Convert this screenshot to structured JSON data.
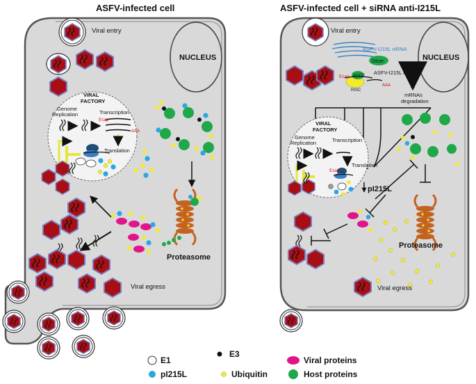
{
  "panels": {
    "left": {
      "title": "ASFV-infected cell",
      "nucleus": "NUCLEUS",
      "viral_entry": "Viral entry",
      "viral_egress": "Viral egress",
      "factory_line1": "VIRAL",
      "factory_line2": "FACTORY",
      "genome1": "Genome",
      "genome2": "Replication",
      "transcription": "Transcription",
      "translation": "Translation",
      "cap": "5'cap",
      "polya": "AAA",
      "proteasome": "Proteasome"
    },
    "right": {
      "title": "ASFV-infected cell + siRNA anti-I215L",
      "nucleus": "NUCLEUS",
      "viral_entry": "Viral entry",
      "viral_egress": "Viral egress",
      "sirna": "ASFV-I215L siRNA",
      "dicer": "Dicer",
      "risc": "RISC",
      "ago2": "AGO2",
      "mrna": "ASFV-I215L mRNA",
      "degradation1": "mRNAs",
      "degradation2": "degradation",
      "factory_line1": "VIRAL",
      "factory_line2": "FACTORY",
      "genome1": "Genome",
      "genome2": "Replication",
      "transcription": "Transcription",
      "translation": "Translation",
      "cap": "5'cap",
      "polya": "AAA",
      "pi215l": "pI215L",
      "proteasome": "Proteasome"
    }
  },
  "legend": {
    "e1": "E1",
    "e3": "E3",
    "viral": "Viral proteins",
    "pi215l": "pI215L",
    "ubiquitin": "Ubiquitin",
    "host": "Host proteins"
  },
  "colors": {
    "cell": "#d9d9d9",
    "membrane": "#555555",
    "virion": "#a80f14",
    "virion_edge": "#7a7cc2",
    "viral_protein": "#e0158a",
    "host_protein": "#1fa84a",
    "ubiquitin": "#f2ea2b",
    "pi215l": "#2aa6e0",
    "e1": "#ffffff",
    "e3": "#111111",
    "proteasome": "#c4621f",
    "arrow_yellow": "#e6e63a",
    "sirna": "#3a7fc1"
  }
}
